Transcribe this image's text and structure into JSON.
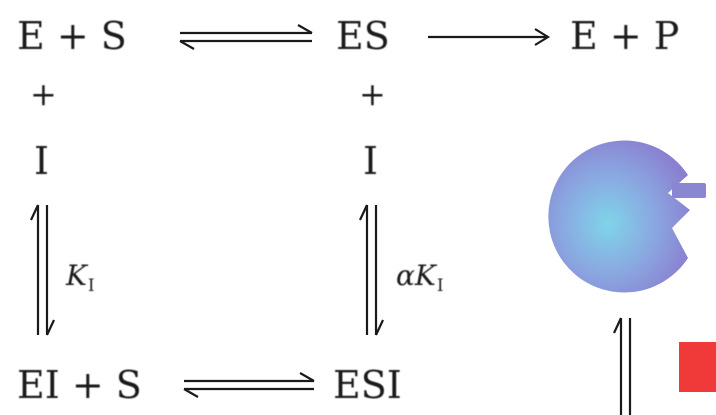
{
  "scheme": {
    "top_left": "E + S",
    "top_mid": "ES",
    "top_right": "E + P",
    "plus_left": "+",
    "plus_mid": "+",
    "inhibitor_left": "I",
    "inhibitor_mid": "I",
    "bottom_left": "EI + S",
    "bottom_mid": "ESI"
  },
  "constants": {
    "left_symbol": "K",
    "left_sub": "I",
    "mid_prefix": "α",
    "mid_symbol": "K",
    "mid_sub": "I"
  },
  "colors": {
    "text": "#1a1a1a",
    "enzyme_center": "#7fd4ea",
    "enzyme_edge": "#8a7fd0",
    "patch": "#f03a3a"
  }
}
